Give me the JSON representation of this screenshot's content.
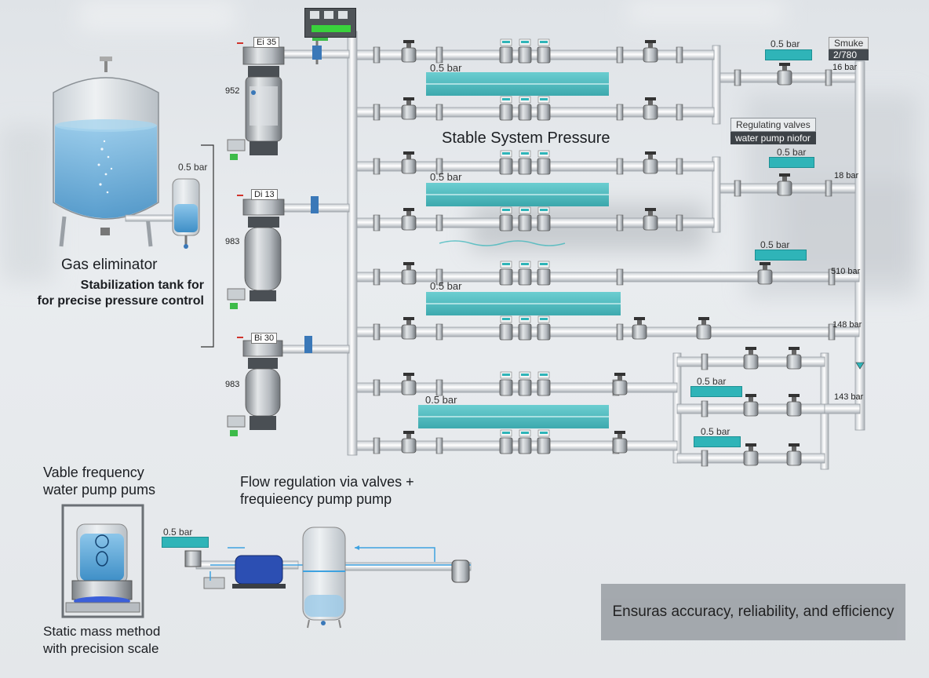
{
  "captions": {
    "gas_eliminator": "Gas eliminator",
    "stabilization_line1": "Stabilization tank for",
    "stabilization_line2": "for precise pressure control",
    "stable_pressure": "Stable System Pressure",
    "vfd_line1": "Vable frequency",
    "vfd_line2": "water pump pums",
    "flow_line1": "Flow regulation via valves +",
    "flow_line2": "frequieency pump pump",
    "static_line1": "Static mass method",
    "static_line2": "with precision scale",
    "ensure": "Ensuras accuracy, reliability, and efficiency",
    "regulating_line1": "Regulating valves",
    "regulating_line2": "water pump niofor",
    "smoke_line1": "Smuke",
    "smoke_line2": "2/780"
  },
  "pressure": {
    "tank_gauge": "0.5 bar",
    "band1": "0.5 bar",
    "band2": "0.5 bar",
    "band3": "0.5 bar",
    "band4": "0.5 bar",
    "right1": "0.5 bar",
    "right2": "0.5 bar",
    "right3": "0.5 bar",
    "right4": "0.5 bar",
    "right5": "0.5 bar",
    "bottom_pump": "0.5 bar"
  },
  "line_labels": {
    "l1": "16 bar",
    "l2": "18 bar",
    "l3": "510 bar",
    "l4": "148 bar",
    "l5": "143 bar"
  },
  "pump_labels": {
    "p1_tag": "Ei 35",
    "p2_tag": "Di 13",
    "p3_tag": "Bi 30",
    "p1_side": "952",
    "p2_side": "983",
    "p3_side": "983"
  },
  "colors": {
    "teal": "#2fb4b8",
    "pipe": "#f2f3f4",
    "water": "#4fa6d6",
    "steel": "#a9aeb3"
  }
}
